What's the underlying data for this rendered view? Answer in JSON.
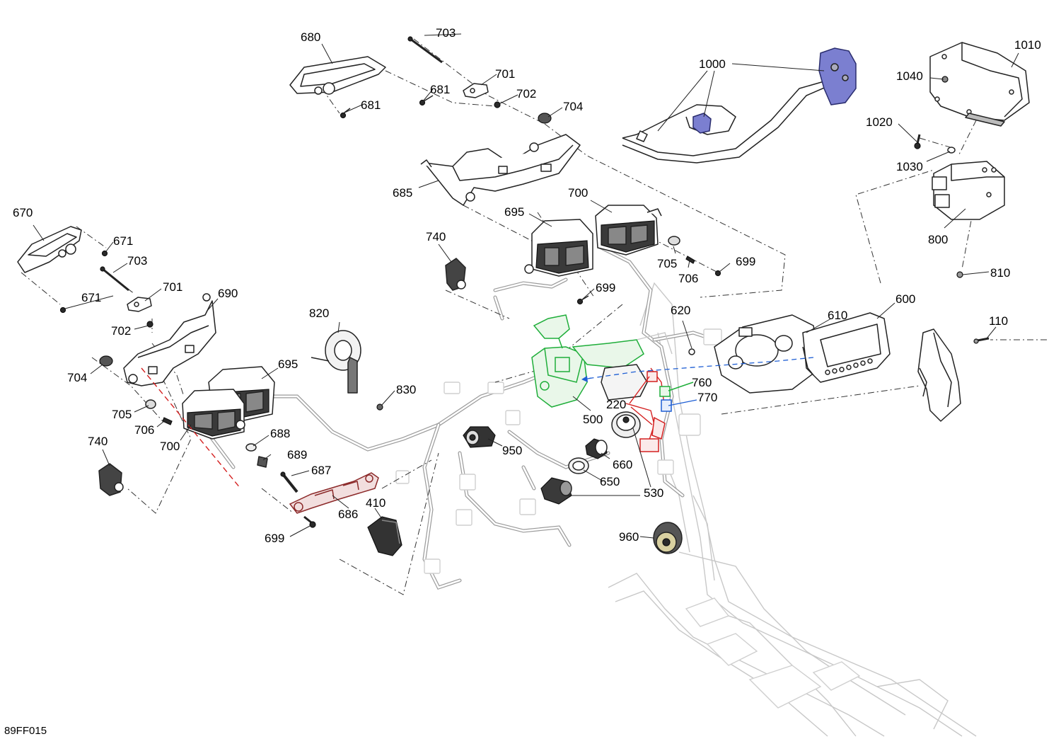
{
  "drawing_id": "89FF015",
  "callouts": {
    "c110": "110",
    "c220": "220",
    "c410": "410",
    "c500": "500",
    "c530": "530",
    "c600": "600",
    "c610": "610",
    "c620": "620",
    "c650": "650",
    "c660": "660",
    "c670": "670",
    "c671a": "671",
    "c671b": "671",
    "c680": "680",
    "c681a": "681",
    "c681b": "681",
    "c685": "685",
    "c686": "686",
    "c687": "687",
    "c688": "688",
    "c689": "689",
    "c690": "690",
    "c695a": "695",
    "c695b": "695",
    "c699a": "699",
    "c699b": "699",
    "c699c": "699",
    "c700a": "700",
    "c700b": "700",
    "c701a": "701",
    "c701b": "701",
    "c702a": "702",
    "c702b": "702",
    "c703a": "703",
    "c703b": "703",
    "c704a": "704",
    "c704b": "704",
    "c705a": "705",
    "c705b": "705",
    "c706a": "706",
    "c706b": "706",
    "c740a": "740",
    "c740b": "740",
    "c760": "760",
    "c770": "770",
    "c800": "800",
    "c810": "810",
    "c820": "820",
    "c830": "830",
    "c950": "950",
    "c960": "960",
    "c1000": "1000",
    "c1010": "1010",
    "c1020": "1020",
    "c1030": "1030",
    "c1040": "1040"
  },
  "colors": {
    "highlight_green": "#1fae3a",
    "highlight_red": "#d42020",
    "highlight_blue": "#1f5fd4",
    "highlight_navy": "#7b7fd0",
    "highlight_brown": "#8c2a2a"
  }
}
